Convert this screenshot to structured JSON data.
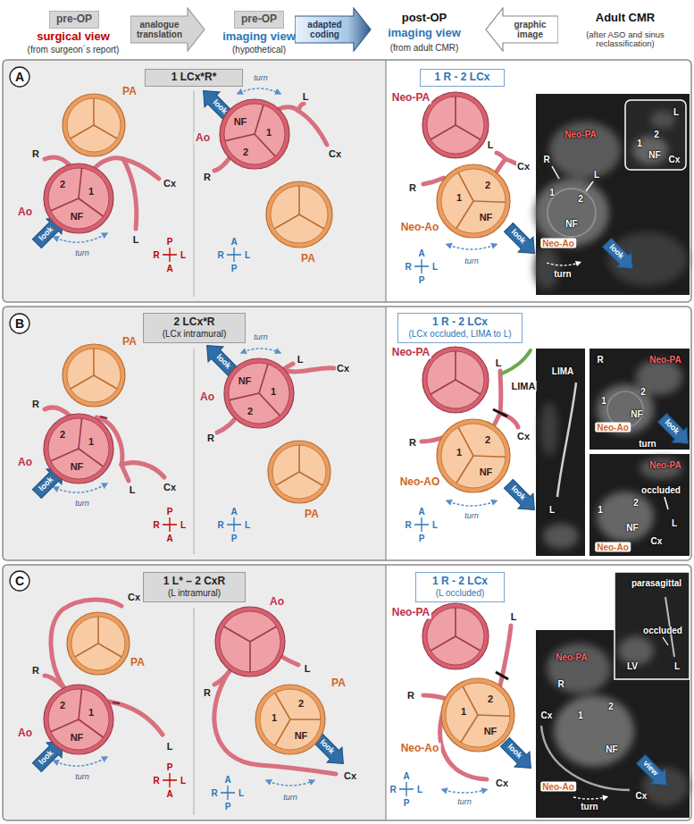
{
  "diagram": {
    "nodes": [
      {
        "text": [
          "pre-OP"
        ]
      },
      {
        "text": [
          "analogue translation"
        ]
      },
      {
        "text": [
          "pre-OP"
        ]
      },
      {
        "text": [
          "adapted coding"
        ]
      },
      {
        "text": [
          "graphic image"
        ]
      },
      {
        "text": [
          "A"
        ]
      },
      {
        "text": [
          "1 LCx*R*"
        ]
      },
      {
        "text": [
          "PA"
        ]
      },
      {
        "text": [
          "2",
          "1",
          "NF",
          "Ao"
        ]
      },
      {
        "text": [
          "Ao",
          "NF",
          "1",
          "2"
        ]
      },
      {
        "text": [
          "PA"
        ]
      },
      {
        "text": [
          "1 R - 2 LCx"
        ]
      },
      {
        "text": [
          "Neo-PA"
        ]
      },
      {
        "text": [
          "2",
          "1",
          "NF",
          "Neo-Ao"
        ]
      },
      {
        "text": [
          "B"
        ]
      },
      {
        "text": [
          "2 LCx*R",
          "(LCx intramural)"
        ]
      },
      {
        "text": [
          "PA"
        ]
      },
      {
        "text": [
          "2",
          "1",
          "NF",
          "Ao"
        ]
      },
      {
        "text": [
          "Ao",
          "NF",
          "1",
          "2"
        ]
      },
      {
        "text": [
          "PA"
        ]
      },
      {
        "text": [
          "1 R - 2 LCx",
          "(LCx occluded, LIMA to L)"
        ]
      },
      {
        "text": [
          "Neo-PA"
        ]
      },
      {
        "text": [
          "2",
          "1",
          "NF",
          "Neo-AO"
        ]
      },
      {
        "text": [
          "C"
        ]
      },
      {
        "text": [
          "1 L* – 2 CxR",
          "(L intramural)"
        ]
      },
      {
        "text": [
          "PA"
        ]
      },
      {
        "text": [
          "2",
          "1",
          "NF",
          "Ao"
        ]
      },
      {
        "text": [
          "Ao"
        ]
      },
      {
        "text": [
          "1",
          "2",
          "NF",
          "PA"
        ]
      },
      {
        "text": [
          "1 R - 2 LCx",
          "(L occluded)"
        ]
      },
      {
        "text": [
          "Neo-PA"
        ]
      },
      {
        "text": [
          "1",
          "2",
          "NF",
          "Neo-Ao"
        ]
      }
    ],
    "labels": [
      "surgical view",
      "(from surgeon´s report)",
      "imaging view",
      "(hypothetical)",
      "post-OP",
      "imaging view",
      "(from adult CMR)",
      "Adult CMR",
      "(after ASO and sinus reclassification)",
      "R",
      "Cx",
      "L",
      "look",
      "turn",
      "P",
      "R",
      "L",
      "A",
      "look",
      "turn",
      "L",
      "Cx",
      "R",
      "A",
      "R",
      "L",
      "P",
      "R",
      "L",
      "Cx",
      "look",
      "turn",
      "A",
      "R",
      "L",
      "P",
      "Neo-PA",
      "R",
      "L",
      "1",
      "2",
      "NF",
      "Neo-Ao",
      "turn",
      "look",
      "L",
      "1",
      "2",
      "NF",
      "Cx",
      "R",
      "L",
      "Cx",
      "look",
      "turn",
      "P",
      "R",
      "L",
      "A",
      "look",
      "turn",
      "L",
      "Cx",
      "R",
      "A",
      "R",
      "L",
      "P",
      "L",
      "LIMA",
      "Cx",
      "R",
      "look",
      "turn",
      "A",
      "R",
      "L",
      "P",
      "LIMA",
      "L",
      "R",
      "Neo-PA",
      "2",
      "1",
      "NF",
      "Neo-Ao",
      "turn",
      "look",
      "Neo-PA",
      "occluded",
      "L",
      "2",
      "1",
      "NF",
      "Cx",
      "Neo-Ao",
      "Cx",
      "R",
      "L",
      "look",
      "turn",
      "P",
      "R",
      "L",
      "A",
      "R",
      "L",
      "look",
      "Cx",
      "turn",
      "A",
      "R",
      "L",
      "P",
      "L",
      "R",
      "look",
      "Cx",
      "turn",
      "A",
      "R",
      "L",
      "P",
      "Neo-PA",
      "R",
      "Cx",
      "1",
      "2",
      "NF",
      "view",
      "Neo-Ao",
      "Cx",
      "turn",
      "parasagittal",
      "occluded",
      "LV",
      "L"
    ]
  }
}
